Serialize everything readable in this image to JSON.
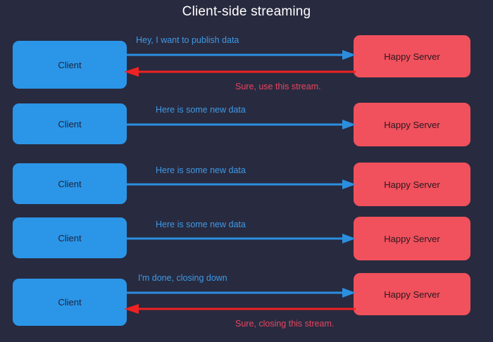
{
  "diagram": {
    "title": "Client-side streaming",
    "background_color": "#282a3f",
    "client_label": "Client",
    "server_label": "Happy Server",
    "client_color": "#2b96e8",
    "server_color": "#f0515c",
    "request_arrow_color": "#2b8fe0",
    "response_arrow_color": "#ee2222",
    "request_label_color": "#3f9ae6",
    "response_label_color": "#e8455f",
    "rows": [
      {
        "client": "Client",
        "server": "Happy Server",
        "request_label": "Hey, I want to publish data",
        "response_label": "Sure, use this stream."
      },
      {
        "client": "Client",
        "server": "Happy Server",
        "request_label": "Here is some new data",
        "response_label": ""
      },
      {
        "client": "Client",
        "server": "Happy Server",
        "request_label": "Here is some new data",
        "response_label": ""
      },
      {
        "client": "Client",
        "server": "Happy Server",
        "request_label": "Here is some new data",
        "response_label": ""
      },
      {
        "client": "Client",
        "server": "Happy Server",
        "request_label": "I'm done, closing down",
        "response_label": "Sure, closing this stream."
      }
    ]
  }
}
